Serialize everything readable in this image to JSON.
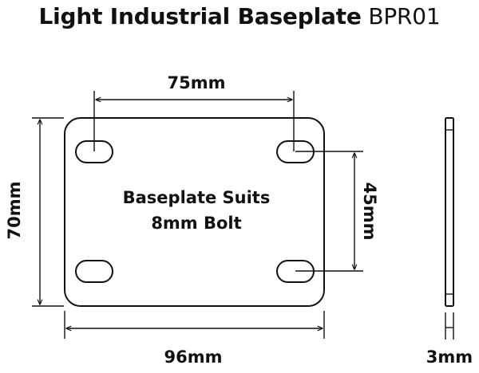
{
  "title": {
    "main": "Light Industrial Baseplate",
    "code": "BPR01"
  },
  "plate_label": {
    "line1": "Baseplate Suits",
    "line2": "8mm Bolt"
  },
  "dimensions": {
    "hole_spacing_width": "75mm",
    "hole_spacing_height": "45mm",
    "plate_height": "70mm",
    "plate_width": "96mm",
    "plate_thickness": "3mm"
  },
  "colors": {
    "line": "#111111",
    "background": "#ffffff"
  }
}
